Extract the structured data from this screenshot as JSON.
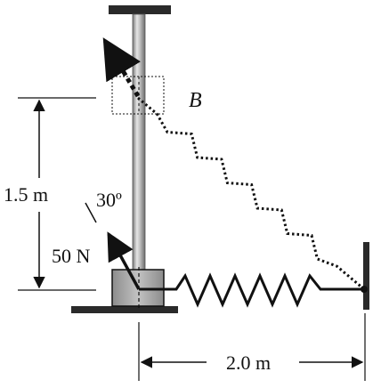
{
  "labels": {
    "height": "1.5 m",
    "angle": "30º",
    "force": "50 N",
    "point": "B",
    "span": "2.0 m"
  },
  "colors": {
    "ink": "#111111",
    "rod_light": "#e6e6e6",
    "rod_mid": "#a6a6a6",
    "rod_dark": "#6b6b6b",
    "collar_fill": "#a9a9a9",
    "ground": "#2a2a2a"
  }
}
